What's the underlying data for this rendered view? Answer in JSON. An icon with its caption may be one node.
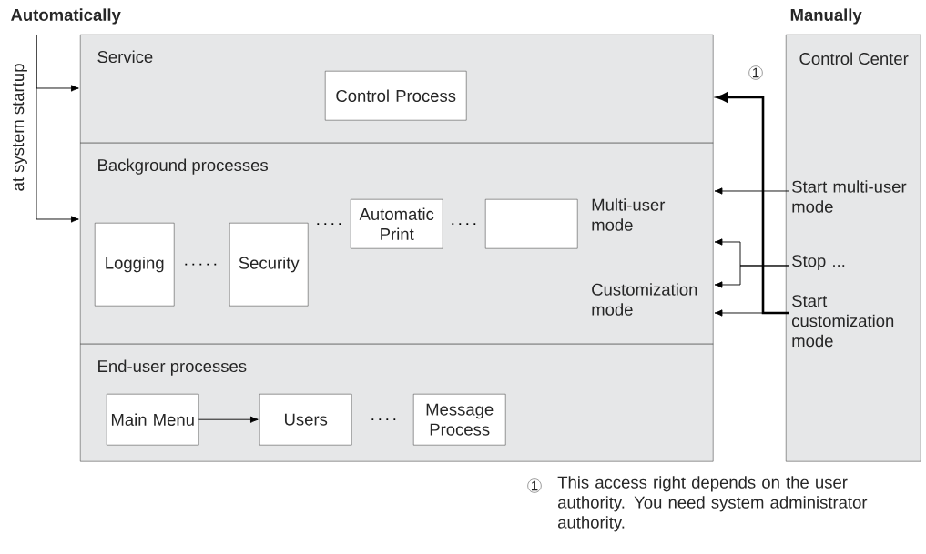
{
  "diagram": {
    "nodes": [
      {
        "text": [
          "Service"
        ]
      },
      {
        "text": [
          "Control Process"
        ],
        "in": 0
      },
      {
        "text": [
          "Background processes"
        ]
      },
      {
        "text": [
          "Logging"
        ],
        "in": 2
      },
      {
        "text": [
          "Security"
        ],
        "in": 2
      },
      {
        "text": [
          "Automatic Print"
        ],
        "in": 2
      },
      {
        "text": [],
        "shape": "box",
        "in": 2
      },
      {
        "text": [
          "End-user processes"
        ]
      },
      {
        "text": [
          "Main Menu"
        ],
        "in": 7
      },
      {
        "text": [
          "Users"
        ],
        "in": 7
      },
      {
        "text": [
          "Message Process"
        ],
        "in": 7
      },
      {
        "text": [
          "Control Center"
        ]
      },
      {
        "text": [
          "Start multi-user mode"
        ],
        "in": 11
      },
      {
        "text": [
          "Stop ..."
        ],
        "in": 11
      },
      {
        "text": [
          "Start customization mode"
        ],
        "in": 11
      }
    ],
    "edges": [
      {
        "from": null,
        "to": 0,
        "arrow": "to",
        "label": "at system startup"
      },
      {
        "from": null,
        "to": 2,
        "arrow": "to"
      },
      {
        "from": 8,
        "to": 9,
        "arrow": "to"
      },
      {
        "from": 3,
        "to": 4,
        "arrow": "none",
        "style": "dashed"
      },
      {
        "from": 4,
        "to": 5,
        "arrow": "none",
        "style": "dashed"
      },
      {
        "from": 5,
        "to": 6,
        "arrow": "none",
        "style": "dashed"
      },
      {
        "from": 9,
        "to": 10,
        "arrow": "none",
        "style": "dashed"
      },
      {
        "from": 12,
        "to": 2,
        "arrow": "to"
      },
      {
        "from": 13,
        "to": 2,
        "arrow": "to"
      },
      {
        "from": 13,
        "to": 2,
        "arrow": "to"
      },
      {
        "from": 14,
        "to": 2,
        "arrow": "to"
      },
      {
        "from": 14,
        "to": 0,
        "arrow": "to",
        "style": "thick",
        "label": "1"
      }
    ],
    "labels": [
      "Automatically",
      "Manually",
      "Multi-user mode",
      "Customization mode",
      "1",
      "This access right depends on the user authority. You need system administrator authority."
    ]
  }
}
